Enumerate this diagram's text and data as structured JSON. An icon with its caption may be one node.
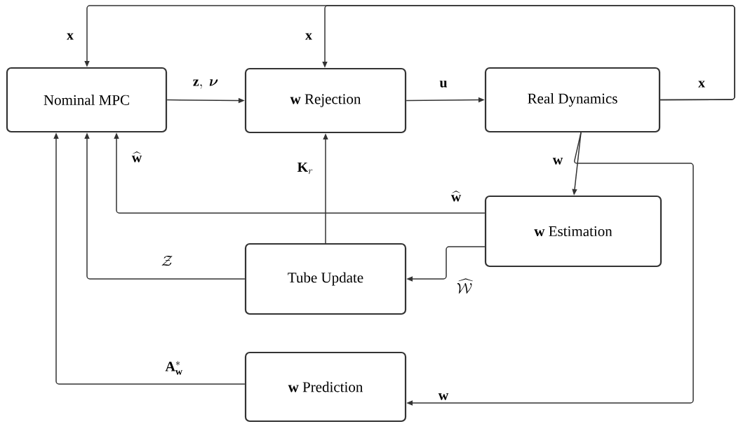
{
  "diagram": {
    "nodes": [
      {
        "text": [
          "Nominal MPC"
        ]
      },
      {
        "text": [
          "**w** Rejection"
        ]
      },
      {
        "text": [
          "Real Dynamics"
        ]
      },
      {
        "text": [
          "**w** Estimation"
        ]
      },
      {
        "text": [
          "Tube Update"
        ]
      },
      {
        "text": [
          "**w** Prediction"
        ]
      }
    ],
    "edges": [
      {
        "from": 0,
        "to": 1,
        "arrow": "to",
        "label": "\\mathbf{z},\\ \\boldsymbol{\\nu}"
      },
      {
        "from": 1,
        "to": 2,
        "arrow": "to",
        "label": "\\mathbf{u}"
      },
      {
        "from": 2,
        "to": 0,
        "arrow": "to",
        "label": "\\mathbf{x}"
      },
      {
        "from": 2,
        "to": 1,
        "arrow": "to",
        "label": "\\mathbf{x}"
      },
      {
        "from": 2,
        "to": 3,
        "arrow": "to",
        "label": "\\mathbf{w}"
      },
      {
        "from": 2,
        "to": 5,
        "arrow": "to",
        "label": "\\mathbf{w}"
      },
      {
        "from": 3,
        "to": 0,
        "arrow": "to",
        "label": "\\widehat{\\mathbf{w}}"
      },
      {
        "from": 3,
        "to": 4,
        "arrow": "to",
        "label": "\\widehat{\\mathcal{W}}"
      },
      {
        "from": 4,
        "to": 1,
        "arrow": "to",
        "label": "\\mathbf{K}_r"
      },
      {
        "from": 4,
        "to": 0,
        "arrow": "to",
        "label": "\\mathcal{Z}"
      },
      {
        "from": 5,
        "to": 0,
        "arrow": "to",
        "label": "\\mathbf{A}^*_{\\mathbf{w}}"
      }
    ],
    "labels": [
      "\\mathbf{x}",
      "\\widehat{\\mathbf{w}}"
    ]
  }
}
